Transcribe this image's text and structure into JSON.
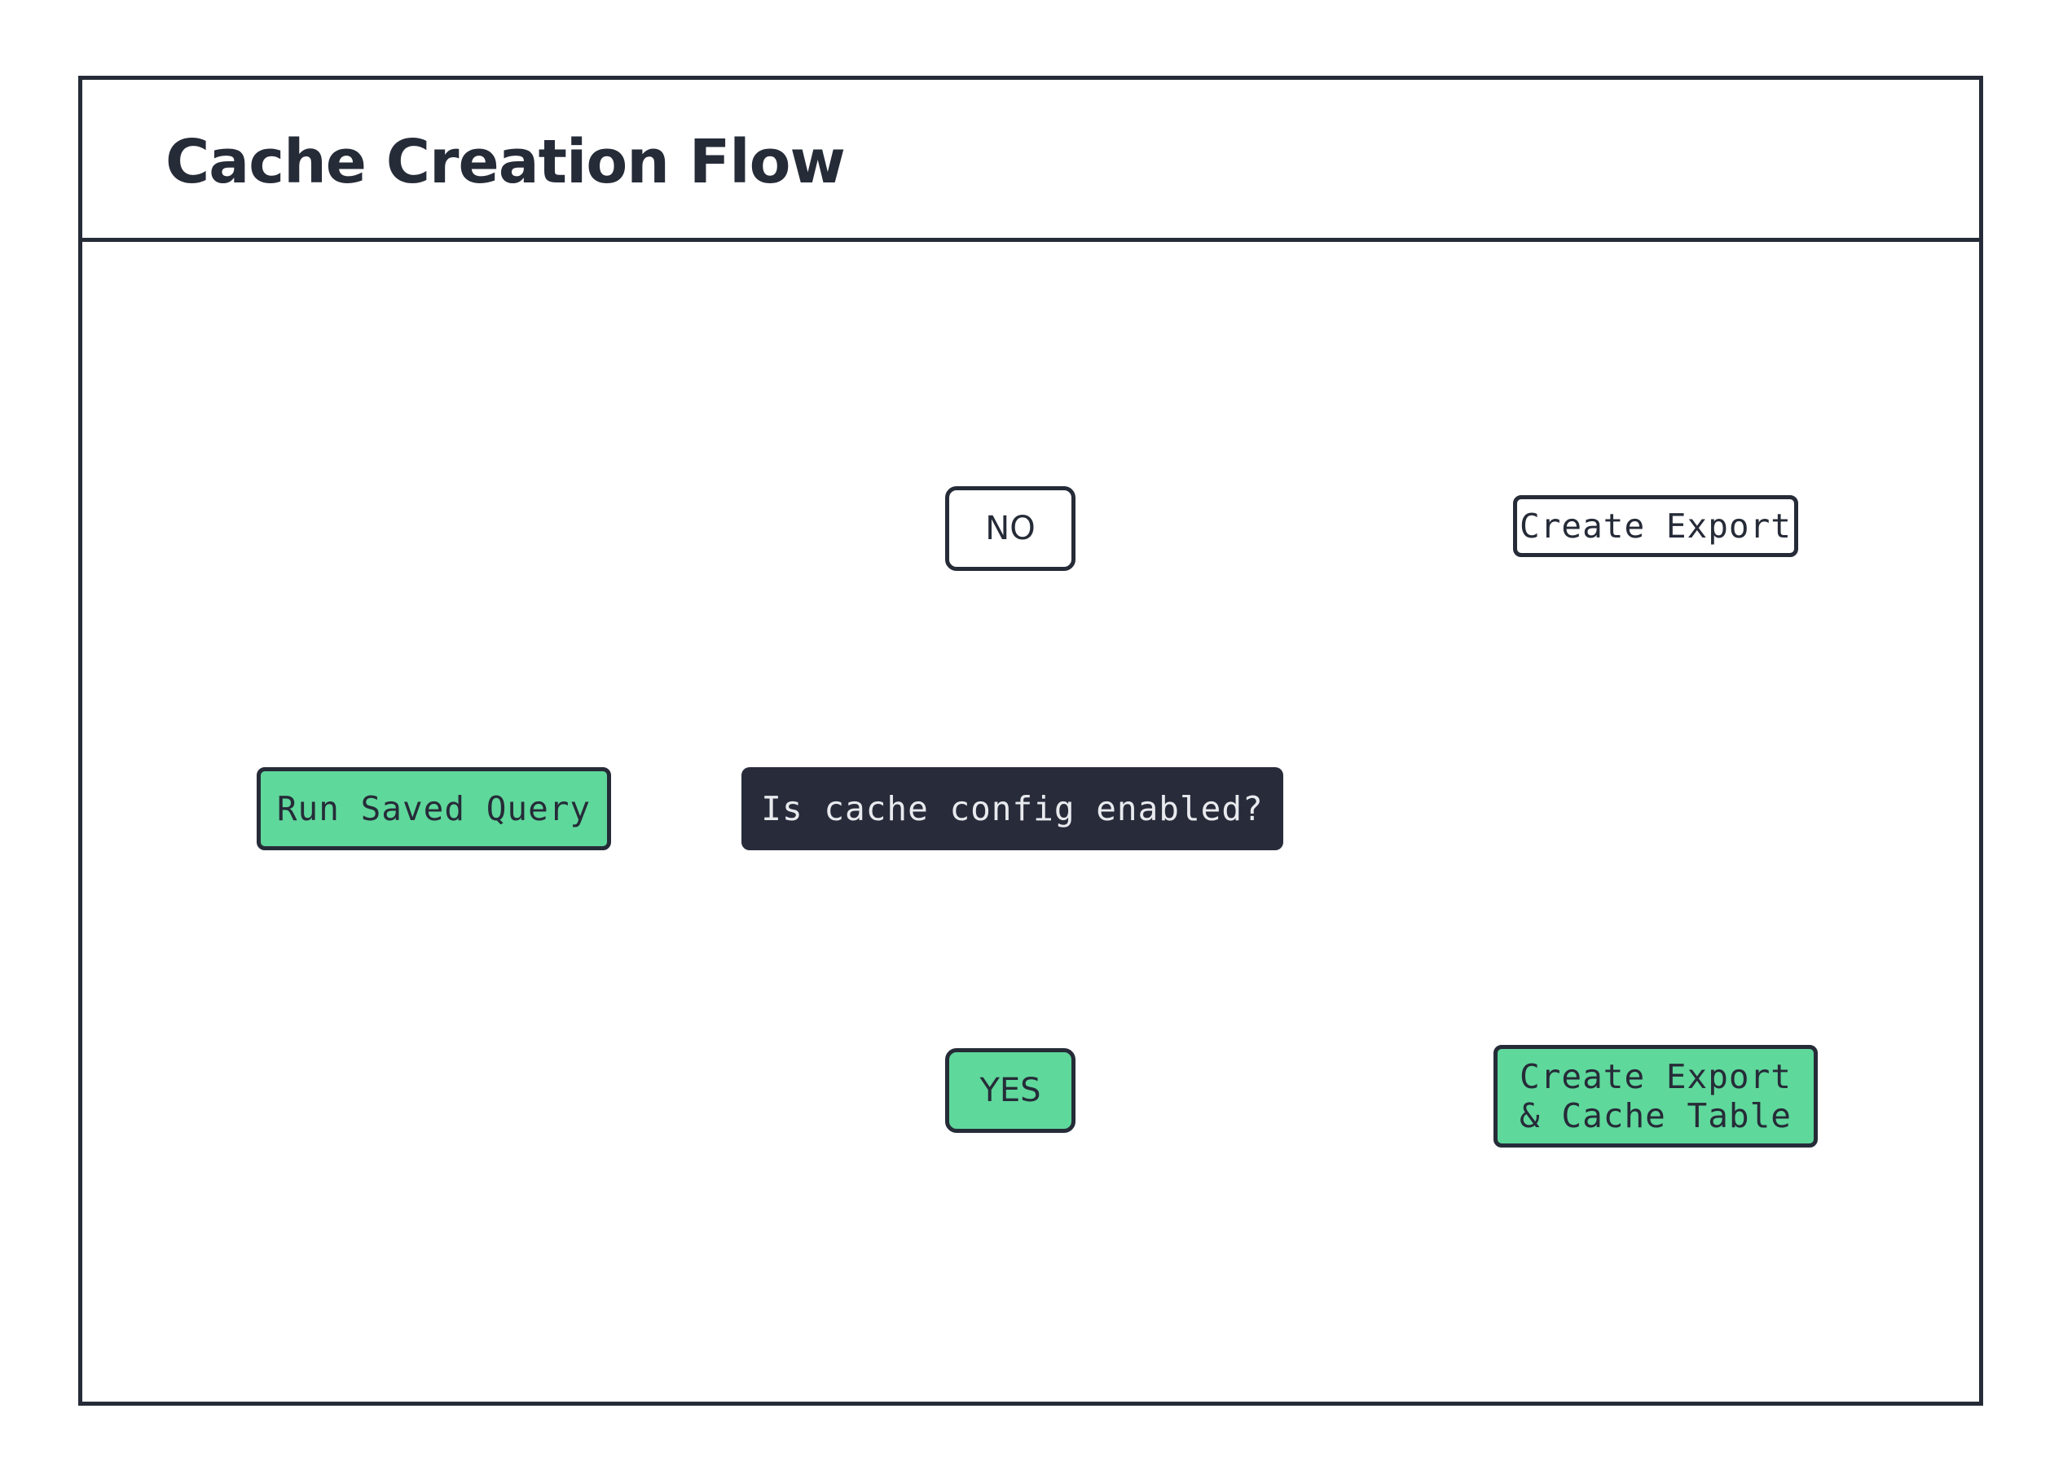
{
  "page": {
    "background_color": "#ffffff",
    "frame_border_color": "#262b38"
  },
  "header": {
    "title": "Cache Creation Flow"
  },
  "palette": {
    "accent_green": "#5fd89b",
    "dark_navy": "#282c3a",
    "stroke": "#262b38",
    "white": "#ffffff",
    "light_text": "#e8eaee"
  },
  "diagram": {
    "type": "flowchart",
    "direction": "left-to-right",
    "nodes": [
      {
        "id": "run-saved-query",
        "label": "Run Saved Query",
        "shape": "rounded-rect",
        "fill": "#5fd89b",
        "text_color": "#262b38"
      },
      {
        "id": "is-cache-config-enabled",
        "label": "Is cache config enabled?",
        "shape": "rounded-rect",
        "fill": "#282c3a",
        "text_color": "#e8eaee"
      },
      {
        "id": "branch-no",
        "label": "NO",
        "shape": "rounded-rect",
        "fill": "#ffffff",
        "text_color": "#262b38"
      },
      {
        "id": "branch-yes",
        "label": "YES",
        "shape": "rounded-rect",
        "fill": "#5fd89b",
        "text_color": "#262b38"
      },
      {
        "id": "create-export",
        "label": "Create Export",
        "shape": "database-cylinder",
        "fill": "#ffffff",
        "text_color": "#262b38"
      },
      {
        "id": "create-export-cache-table",
        "label_line_1": "Create Export",
        "label_line_2": "& Cache Table",
        "shape": "database-cylinder",
        "fill": "#5fd89b",
        "text_color": "#262b38"
      }
    ],
    "edges": [
      {
        "from": "run-saved-query",
        "to": "is-cache-config-enabled",
        "label": ""
      },
      {
        "from": "is-cache-config-enabled",
        "to": "branch-no",
        "label": ""
      },
      {
        "from": "branch-no",
        "to": "create-export",
        "label": ""
      },
      {
        "from": "is-cache-config-enabled",
        "to": "branch-yes",
        "label": ""
      },
      {
        "from": "branch-yes",
        "to": "create-export-cache-table",
        "label": ""
      }
    ]
  }
}
